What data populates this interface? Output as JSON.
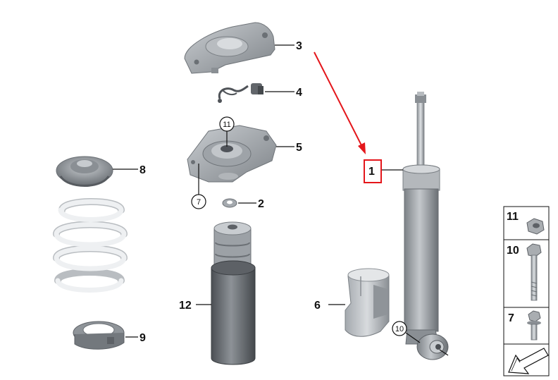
{
  "callouts": {
    "c1": "1",
    "c2": "2",
    "c3": "3",
    "c4": "4",
    "c5": "5",
    "c6": "6",
    "c7": "7",
    "c8": "8",
    "c9": "9",
    "c10": "10",
    "c11": "11",
    "c12": "12"
  },
  "side_panel": {
    "items": [
      {
        "label": "11",
        "icon": "hex-nut-icon"
      },
      {
        "label": "10",
        "icon": "hex-bolt-icon"
      },
      {
        "label": "7",
        "icon": "short-bolt-icon"
      }
    ],
    "footer_icon": "exploded-view-arrow-icon"
  },
  "colors": {
    "highlight": "#e4161b",
    "part_gray": "#9aa0a6",
    "part_dark": "#5d6166",
    "spring_white": "#eef0f2",
    "outline": "#111111"
  }
}
